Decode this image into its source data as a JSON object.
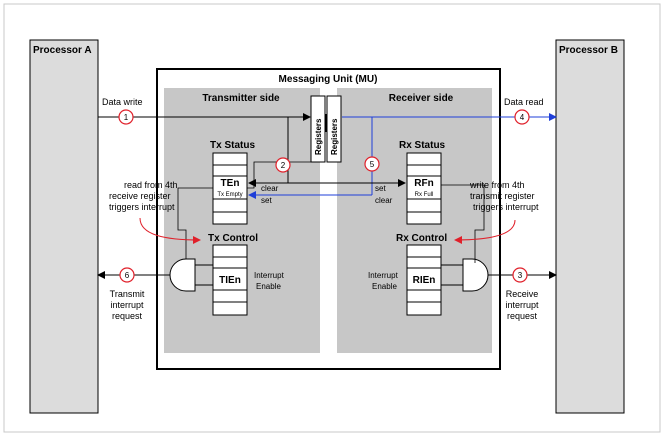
{
  "processor_a": {
    "title": "Processor A"
  },
  "processor_b": {
    "title": "Processor B"
  },
  "mu": {
    "title": "Messaging Unit (MU)",
    "transmitter_side": "Transmitter side",
    "receiver_side": "Receiver side",
    "registers_label": "Registers"
  },
  "tx": {
    "status_title": "Tx Status",
    "flag": "TEn",
    "flag_sub": "Tx Empty",
    "control_title": "Tx Control",
    "ctrl_flag": "TIEn",
    "interrupt_enable": [
      "Interrupt",
      "Enable"
    ]
  },
  "rx": {
    "status_title": "Rx Status",
    "flag": "RFn",
    "flag_sub": "Rx Full",
    "control_title": "Rx Control",
    "ctrl_flag": "RIEn",
    "interrupt_enable": [
      "Interrupt",
      "Enable"
    ]
  },
  "signals": {
    "data_write": "Data write",
    "data_read": "Data read",
    "clear": "clear",
    "set": "set"
  },
  "notes": {
    "left": [
      "read from 4th",
      "receive register",
      "triggers interrupt"
    ],
    "right": [
      "write from 4th",
      "transmit register",
      "triggers interrupt"
    ],
    "tx_irq": [
      "Transmit",
      "interrupt",
      "request"
    ],
    "rx_irq": [
      "Receive",
      "interrupt",
      "request"
    ]
  },
  "steps": [
    "1",
    "2",
    "3",
    "4",
    "5",
    "6"
  ],
  "colors": {
    "step_circle": "#e0202a",
    "read_path": "#1f3fd8",
    "side_panel": "#c7c7c7",
    "processor_bar": "#dcdcdc"
  }
}
